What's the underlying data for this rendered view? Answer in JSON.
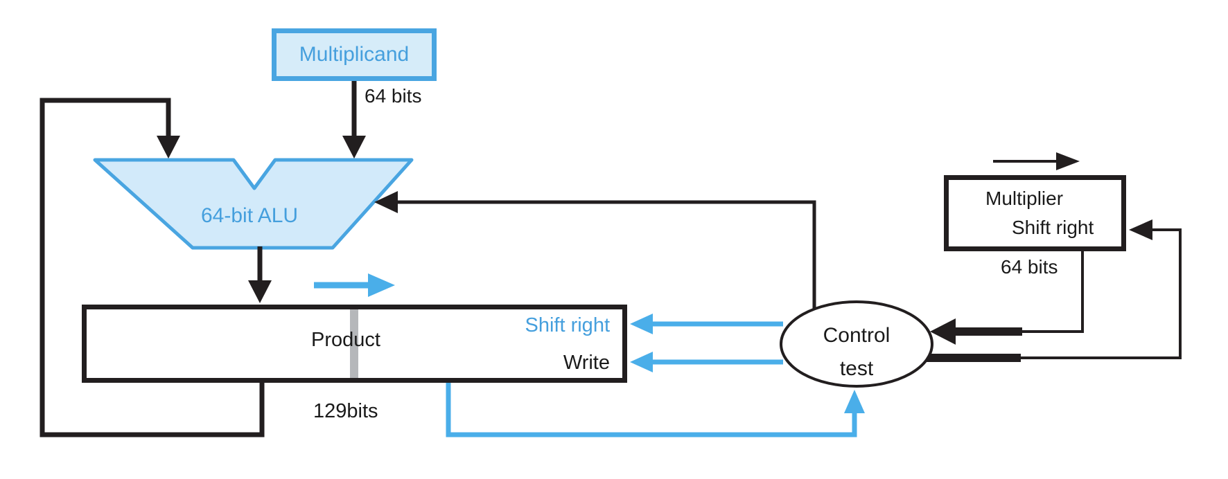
{
  "diagram": {
    "title": "Multiply hardware block diagram",
    "labels": {
      "multiplicand": "Multiplicand",
      "multiplicand_bits": "64 bits",
      "alu": "64-bit ALU",
      "product": "Product",
      "product_bits": "129bits",
      "product_control_shift": "Shift right",
      "product_control_write": "Write",
      "control_line1": "Control",
      "control_line2": "test",
      "multiplier_line1": "Multiplier",
      "multiplier_line2": "Shift right",
      "multiplier_bits": "64 bits"
    },
    "colors": {
      "accent_blue_border_text": "#49a5e1",
      "light_blue_fill": "#d6ecf9",
      "control_signal_blue": "#4aaee9",
      "line_black": "#221e1f",
      "register_divider_gray": "#b5b7ba",
      "background": "#ffffff"
    }
  }
}
